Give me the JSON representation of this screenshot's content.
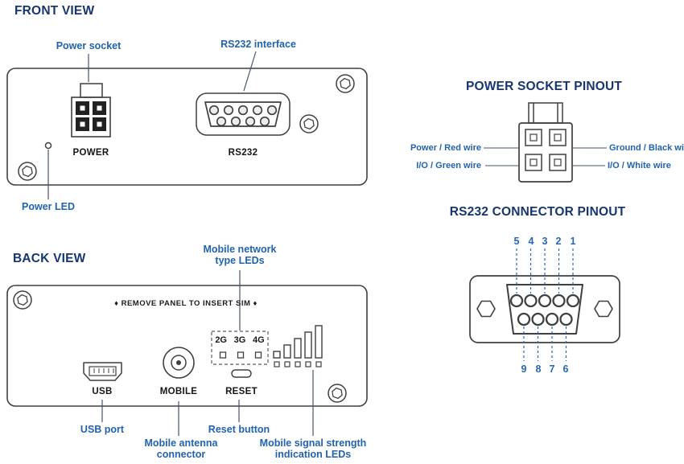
{
  "colors": {
    "heading": "#17356f",
    "callout_blue": "#2163ae",
    "drawing_line": "#3f3f3f",
    "leader_line": "#46546c",
    "dash_line_blue": "#2a66b0"
  },
  "front_view": {
    "title": "FRONT VIEW",
    "callout_power_socket": "Power socket",
    "callout_rs232": "RS232 interface",
    "callout_power_led": "Power LED",
    "label_power": "POWER",
    "label_rs232": "RS232"
  },
  "power_socket_pinout": {
    "title": "POWER SOCKET PINOUT",
    "labels": {
      "top_left": "Power / Red wire",
      "top_right": "Ground / Black wire",
      "bottom_left": "I/O / Green wire",
      "bottom_right": "I/O / White wire"
    }
  },
  "rs232_pinout": {
    "title": "RS232 CONNECTOR PINOUT",
    "top_pins": [
      "5",
      "4",
      "3",
      "2",
      "1"
    ],
    "bottom_pins": [
      "9",
      "8",
      "7",
      "6"
    ]
  },
  "back_view": {
    "title": "BACK VIEW",
    "sim_notice": "♦ REMOVE PANEL TO INSERT SIM ♦",
    "label_usb": "USB",
    "label_mobile": "MOBILE",
    "label_reset": "RESET",
    "network_leds": [
      "2G",
      "3G",
      "4G"
    ],
    "callout_network_leds": "Mobile network type LEDs",
    "callout_usb": "USB port",
    "callout_antenna": "Mobile antenna connector",
    "callout_reset": "Reset button",
    "callout_signal_leds": "Mobile signal strength indication LEDs"
  }
}
